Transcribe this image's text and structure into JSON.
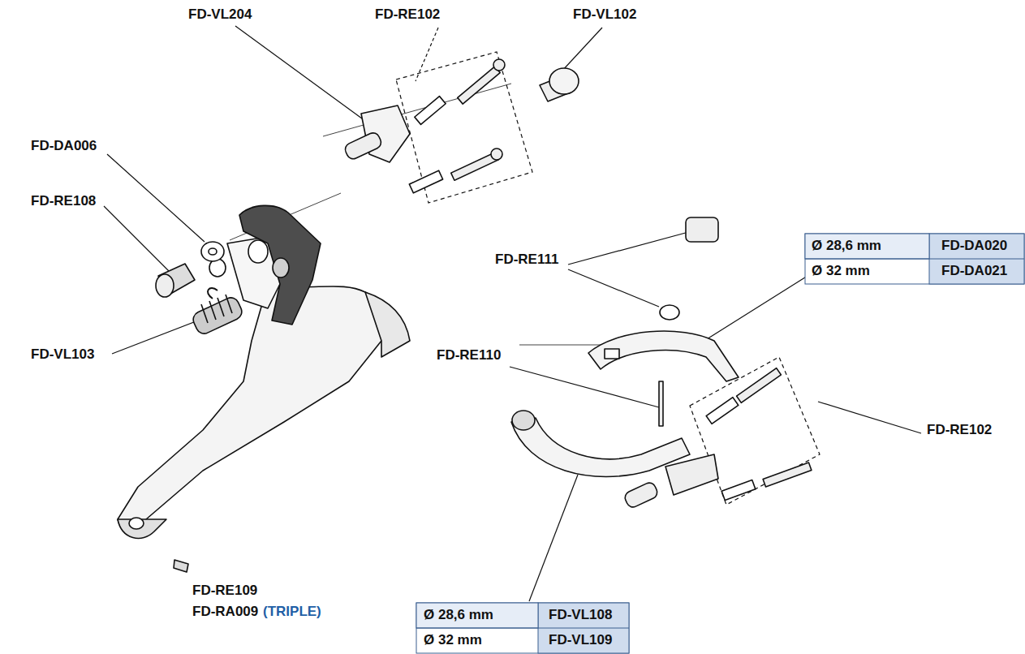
{
  "diagram": {
    "labels": [
      "FD-VL204",
      "FD-RE102",
      "FD-VL102",
      "FD-DA006",
      "FD-RE108",
      "FD-RE111",
      "Ø 28,6 mm",
      "FD-DA020",
      "Ø 32 mm",
      "FD-DA021",
      "FD-RE110",
      "FD-VL103",
      "FD-RE102",
      "FD-RE109",
      "FD-RA009",
      "(TRIPLE)",
      "Ø 28,6 mm",
      "FD-VL108",
      "Ø 32 mm",
      "FD-VL109"
    ]
  }
}
